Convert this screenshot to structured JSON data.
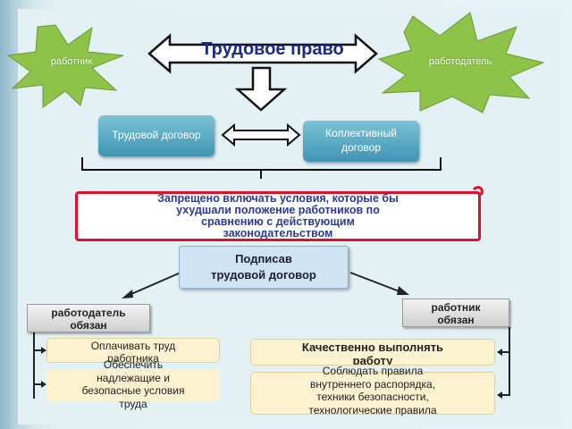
{
  "title": "Трудовое право",
  "stars": {
    "left": "работник",
    "right": "работодатель"
  },
  "contracts": {
    "labor": "Трудовой договор",
    "collective": "Коллективный договор"
  },
  "prohibition": {
    "line1": "Запрещено включать условия, которые бы",
    "line2": "ухудшали положение работников по",
    "line3": "сравнению с действующим",
    "line4": "законодательством"
  },
  "signing": {
    "line1": "Подписав",
    "line2": "трудовой договор"
  },
  "employer_duties": {
    "header_line1": "работодатель",
    "header_line2": "обязан",
    "item1_line1": "Оплачивать труд",
    "item1_line2": "работника",
    "item2_line1": "Обеспечить",
    "item2_line2": "надлежащие и",
    "item2_line3": "безопасные условия",
    "item2_line4": "труда"
  },
  "employee_duties": {
    "header_line1": "работник",
    "header_line2": "обязан",
    "item1_line1": "Качественно выполнять",
    "item1_line2": "работу",
    "item2_line1": "Соблюдать правила",
    "item2_line2": "внутреннего распорядка,",
    "item2_line3": "техники безопасности,",
    "item2_line4": "технологические правила"
  },
  "colors": {
    "star_fill": "#8ec34a",
    "box_blue": "#4a9fbe",
    "title_text": "#1a2a8c",
    "red_border": "#e0102a",
    "cream_box": "#fdf2cf"
  }
}
